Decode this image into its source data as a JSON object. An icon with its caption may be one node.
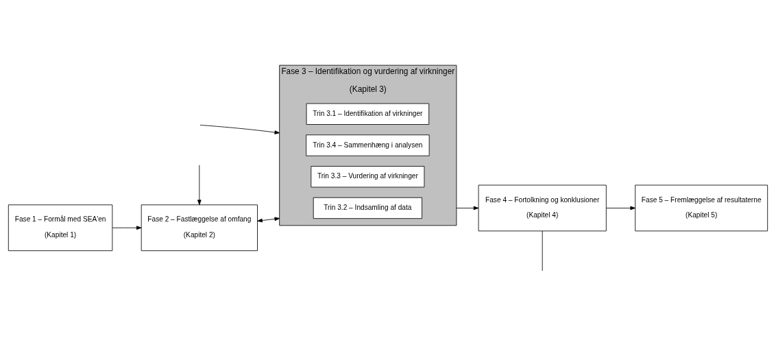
{
  "diagram": {
    "nodes": [
      {
        "text": [
          "Fase 1 – Formål med SEA'en",
          "(Kapitel 1)"
        ]
      },
      {
        "text": [
          "Fase 2 – Fastlæggelse af omfang",
          "(Kapitel 2)"
        ]
      },
      {
        "text": [
          "Fase 3 – Identifikation og vurdering af virkninger",
          "(Kapitel 3)"
        ]
      },
      {
        "text": [
          "Trin 3.1 – Identifikation af virkninger"
        ],
        "in": 2
      },
      {
        "text": [
          "Trin 3.2 – Indsamling af data"
        ],
        "in": 2
      },
      {
        "text": [
          "Trin 3.3 – Vurdering af virkninger"
        ],
        "in": 2
      },
      {
        "text": [
          "Trin 3.4 – Sammenhæng i analysen"
        ],
        "in": 2
      },
      {
        "text": [
          "Fase 4 – Fortolkning og konklusioner",
          "(Kapitel 4)"
        ]
      },
      {
        "text": [
          "Fase 5 – Fremlæggelse af resultaterne",
          "(Kapitel 5)"
        ]
      }
    ],
    "edges": [
      {
        "from": 0,
        "to": 1,
        "arrow": "to"
      },
      {
        "from": 1,
        "to": 2,
        "arrow": "both"
      },
      {
        "from": 2,
        "to": 7,
        "arrow": "to"
      },
      {
        "from": 7,
        "to": 8,
        "arrow": "to"
      },
      {
        "from": null,
        "to": 1,
        "arrow": "to"
      },
      {
        "from": null,
        "to": 2,
        "arrow": "to"
      },
      {
        "from": 7,
        "to": null,
        "arrow": "none"
      }
    ]
  }
}
